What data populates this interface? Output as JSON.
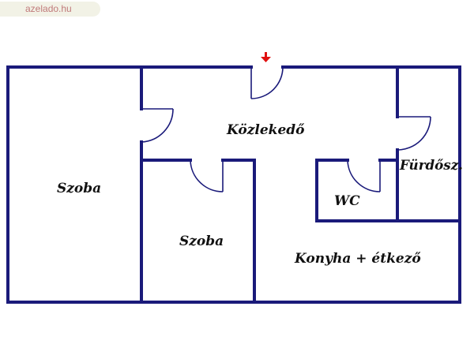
{
  "watermark": {
    "text": "azelado.hu"
  },
  "colors": {
    "wall": "#1a1a7a",
    "arrow": "#e01010",
    "watermark_bg": "#f2f2e6",
    "watermark_text": "#c07a7a"
  },
  "rooms": {
    "living_left": "Szoba",
    "corridor": "Közlekedő",
    "bedroom_center": "Szoba",
    "wc": "WC",
    "bathroom": "Fürdősz.",
    "kitchen": "Konyha + étkező"
  },
  "icons": {
    "entrance": "arrow-down-icon"
  }
}
